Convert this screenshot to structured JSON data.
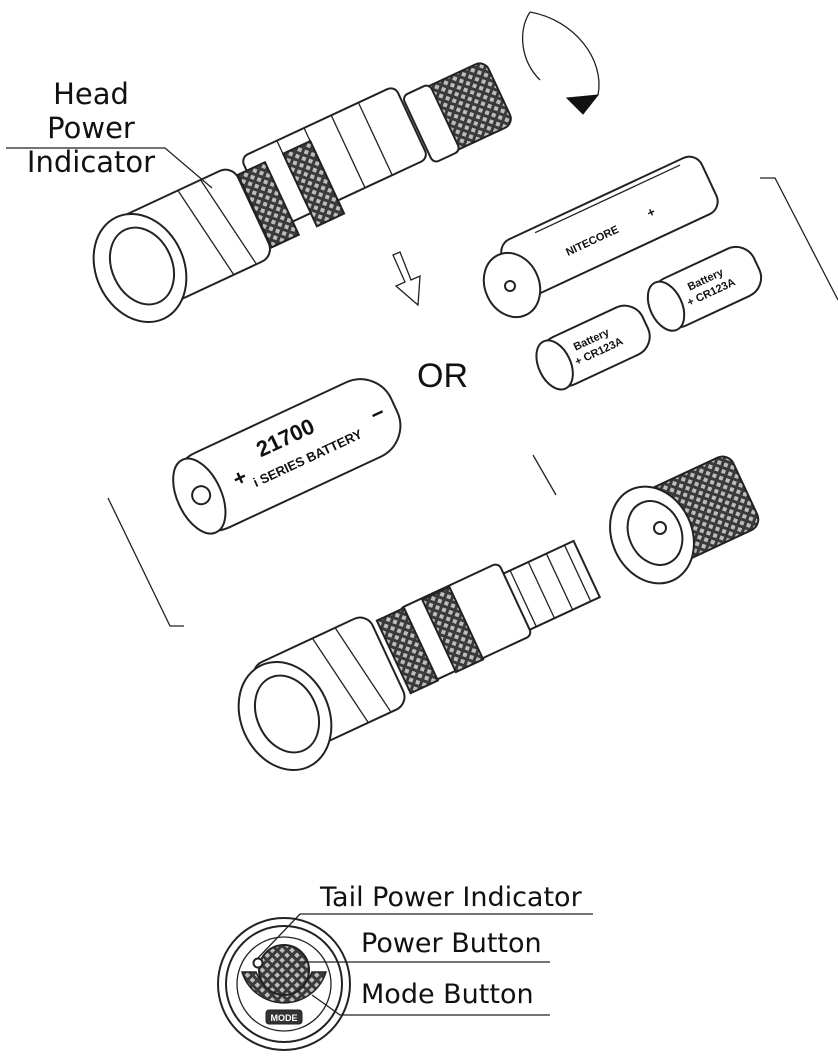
{
  "callouts": {
    "head_power_indicator": "Head Power\nIndicator",
    "tail_power_indicator": "Tail Power Indicator",
    "power_button": "Power Button",
    "mode_button": "Mode Button"
  },
  "or_text": "OR",
  "battery_21700": {
    "size": "21700",
    "series": "i SERIES BATTERY",
    "plus": "+",
    "minus": "−"
  },
  "cr123a_cells": [
    {
      "line1": "Battery",
      "line2": "+ CR123A"
    },
    {
      "line1": "Battery",
      "line2": "+ CR123A"
    }
  ],
  "holder": {
    "brand": "NITECORE",
    "polarity": "+"
  },
  "tail_cap": {
    "mode_text": "MODE"
  }
}
